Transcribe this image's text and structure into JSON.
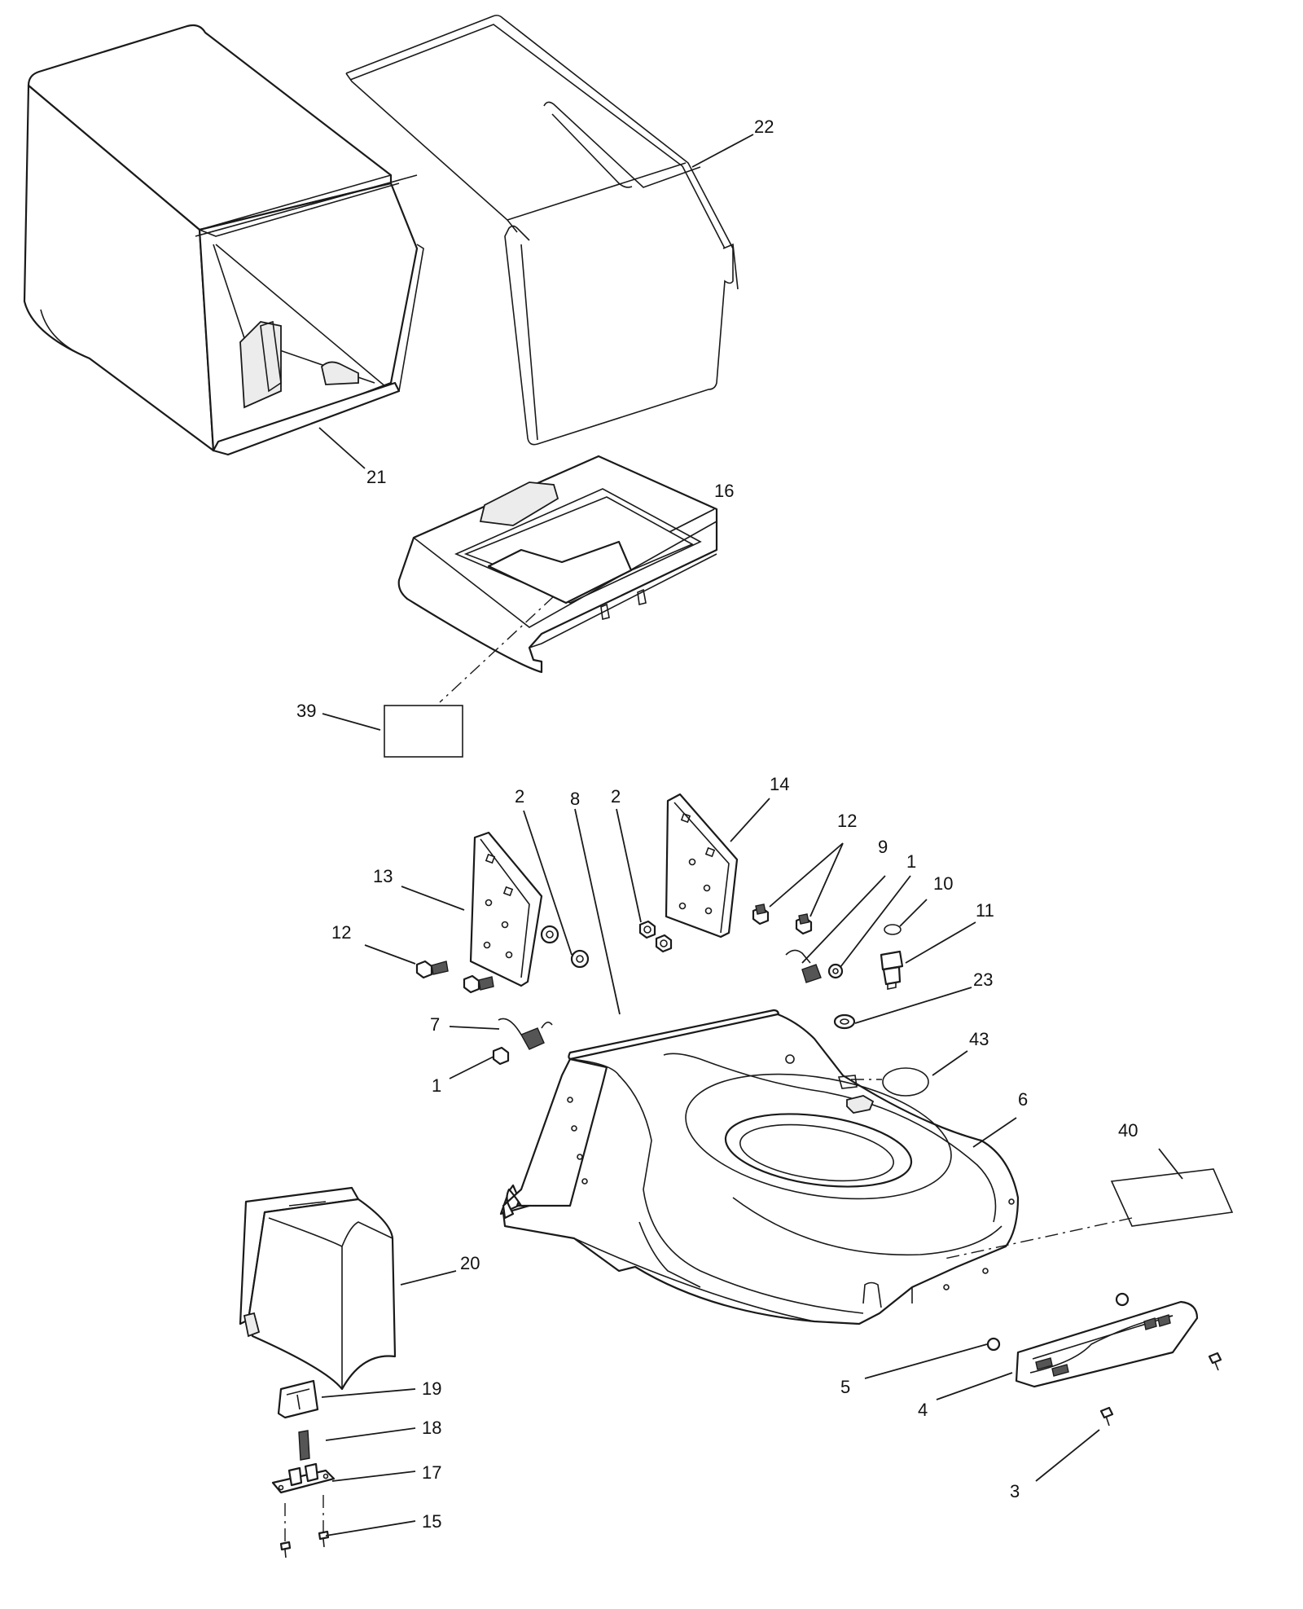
{
  "diagram": {
    "callouts": [
      {
        "id": "c22",
        "label": "22"
      },
      {
        "id": "c21",
        "label": "21"
      },
      {
        "id": "c16",
        "label": "16"
      },
      {
        "id": "c39",
        "label": "39"
      },
      {
        "id": "c14",
        "label": "14"
      },
      {
        "id": "c2a",
        "label": "2"
      },
      {
        "id": "c8",
        "label": "8"
      },
      {
        "id": "c2b",
        "label": "2"
      },
      {
        "id": "c12a",
        "label": "12"
      },
      {
        "id": "c9",
        "label": "9"
      },
      {
        "id": "c1a",
        "label": "1"
      },
      {
        "id": "c10",
        "label": "10"
      },
      {
        "id": "c13",
        "label": "13"
      },
      {
        "id": "c11",
        "label": "11"
      },
      {
        "id": "c12b",
        "label": "12"
      },
      {
        "id": "c23",
        "label": "23"
      },
      {
        "id": "c7",
        "label": "7"
      },
      {
        "id": "c43",
        "label": "43"
      },
      {
        "id": "c1b",
        "label": "1"
      },
      {
        "id": "c6",
        "label": "6"
      },
      {
        "id": "c40",
        "label": "40"
      },
      {
        "id": "c20",
        "label": "20"
      },
      {
        "id": "c19",
        "label": "19"
      },
      {
        "id": "c5",
        "label": "5"
      },
      {
        "id": "c4",
        "label": "4"
      },
      {
        "id": "c18",
        "label": "18"
      },
      {
        "id": "c17",
        "label": "17"
      },
      {
        "id": "c3",
        "label": "3"
      },
      {
        "id": "c15",
        "label": "15"
      }
    ]
  }
}
